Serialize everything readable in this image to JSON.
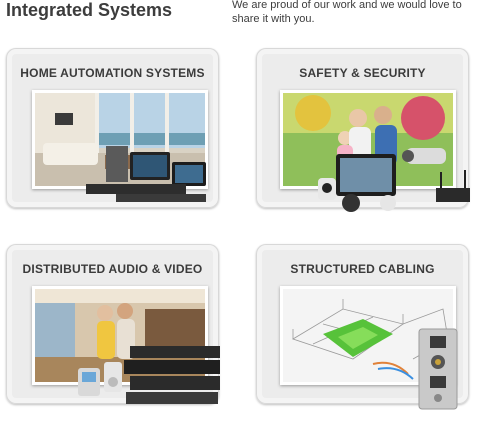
{
  "header": {
    "title": "Integrated Systems",
    "intro": "We are proud of our work and we would love to share it with you."
  },
  "cards": [
    {
      "label": "HOME AUTOMATION SYSTEMS"
    },
    {
      "label": "SAFETY & SECURITY"
    },
    {
      "label": "DISTRIBUTED AUDIO & VIDEO"
    },
    {
      "label": "STRUCTURED CABLING"
    }
  ],
  "colors": {
    "card_bg": "#ececec",
    "title_text": "#3d3d3d"
  }
}
